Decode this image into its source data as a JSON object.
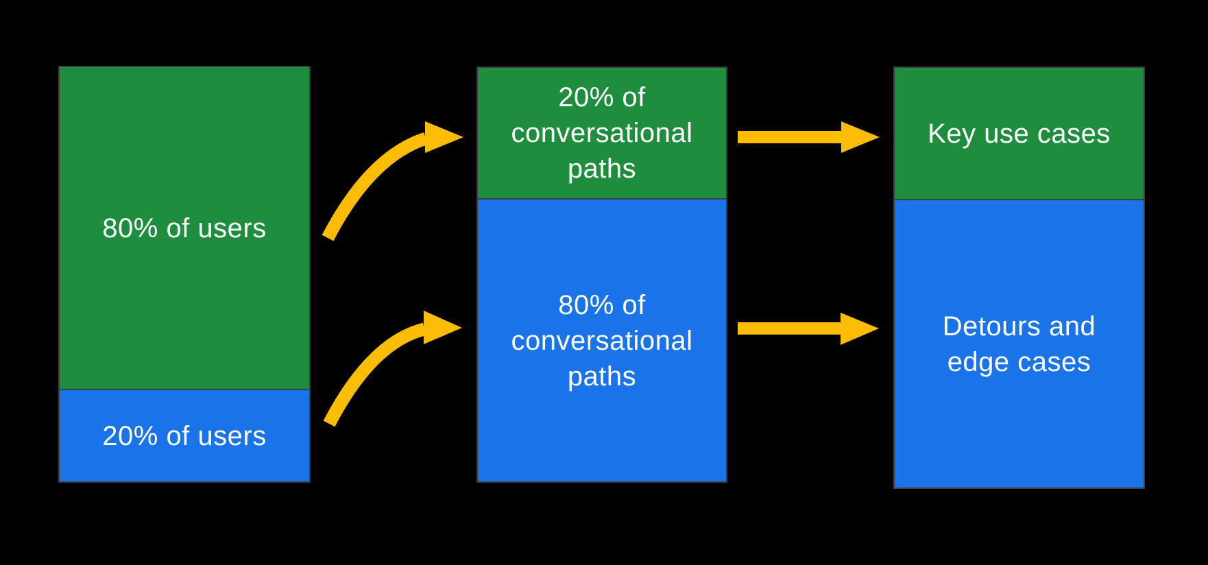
{
  "colors": {
    "green": "#1e8e3e",
    "blue": "#1a73e8",
    "yellow": "#fbbc04",
    "border": "#3c4043",
    "background": "#000000",
    "text": "#ffffff"
  },
  "diagram": {
    "columns": [
      {
        "id": "users",
        "segments": [
          {
            "color": "green",
            "label": "80% of users"
          },
          {
            "color": "blue",
            "label": "20% of users"
          }
        ]
      },
      {
        "id": "conversational-paths",
        "segments": [
          {
            "color": "green",
            "label": "20% of\nconversational\npaths"
          },
          {
            "color": "blue",
            "label": "80% of\nconversational\npaths"
          }
        ]
      },
      {
        "id": "outcomes",
        "segments": [
          {
            "color": "green",
            "label": "Key use cases"
          },
          {
            "color": "blue",
            "label": "Detours and\nedge cases"
          }
        ]
      }
    ],
    "arrows": [
      {
        "style": "curved",
        "from": "80% of users",
        "to": "20% of conversational paths"
      },
      {
        "style": "curved",
        "from": "20% of users",
        "to": "80% of conversational paths"
      },
      {
        "style": "straight",
        "from": "20% of conversational paths",
        "to": "Key use cases"
      },
      {
        "style": "straight",
        "from": "80% of conversational paths",
        "to": "Detours and edge cases"
      }
    ]
  }
}
